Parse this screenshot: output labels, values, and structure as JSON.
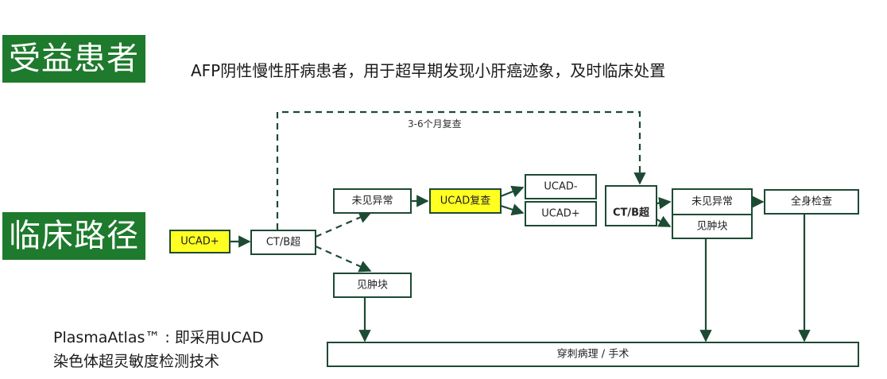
{
  "banners": {
    "beneficiaries": "受益患者",
    "clinical_pathway": "临床路径"
  },
  "headline": "AFP阴性慢性肝病患者，用于超早期发现小肝癌迹象，及时临床处置",
  "footnote": {
    "line1": "PlasmaAtlas™ : 即采用UCAD",
    "line2": "染色体超灵敏度检测技术"
  },
  "flow": {
    "nodes": {
      "ucad_pos_start": "UCAD+",
      "ct_b_1": "CT/B超",
      "no_abnormal_1": "未见异常",
      "mass_found_1": "见肿块",
      "ucad_recheck": "UCAD复查",
      "ucad_neg": "UCAD-",
      "ucad_pos": "UCAD+",
      "ct_b_2": "CT/B超",
      "no_abnormal_2": "未见异常",
      "mass_found_2": "见肿块",
      "full_body_exam": "全身检查",
      "biopsy_surgery": "穿刺病理 / 手术"
    },
    "edge_labels": {
      "recheck_3_6_months": "3-6个月复查"
    },
    "colors": {
      "banner_green": "#1e7a2c",
      "line_dark_green": "#1d4a33",
      "highlight_yellow": "#ffff22"
    }
  }
}
